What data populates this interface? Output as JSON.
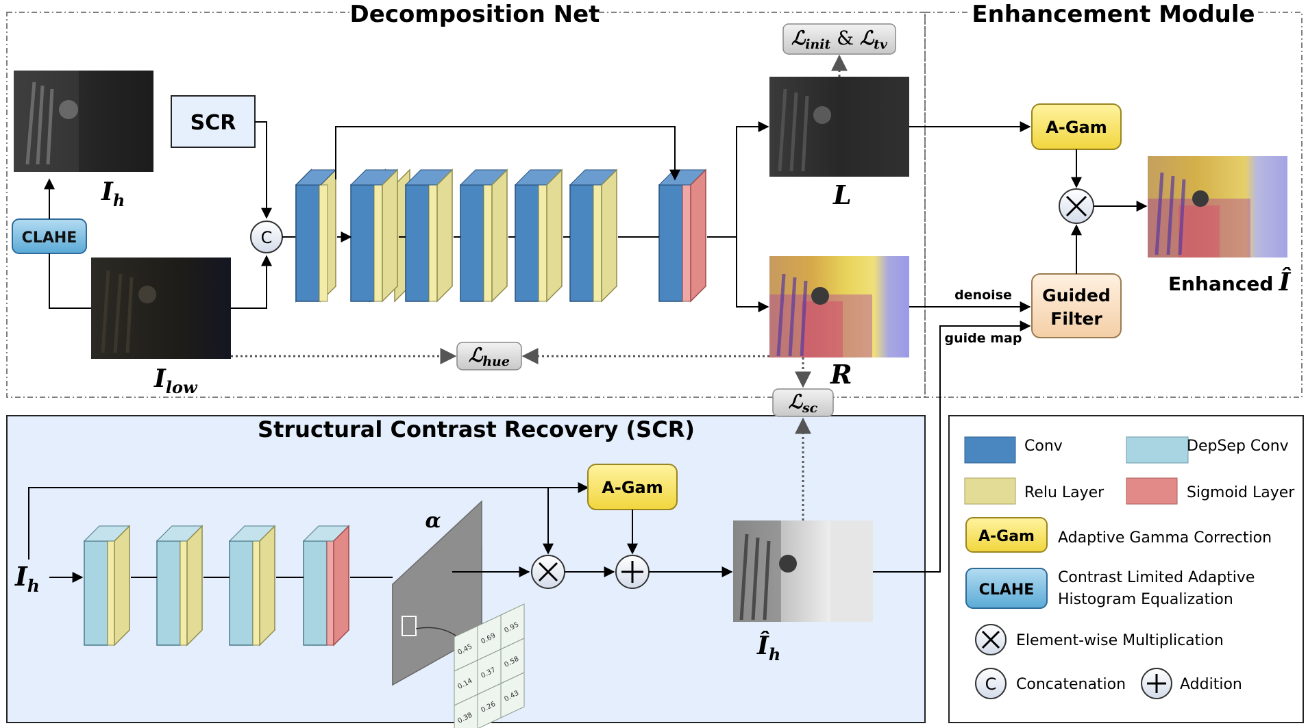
{
  "titles": {
    "decomposition": "Decomposition Net",
    "enhancement": "Enhancement Module",
    "scr": "Structural Contrast Recovery (SCR)"
  },
  "blocks": {
    "scr": "SCR",
    "clahe": "CLAHE",
    "concat": "C",
    "agam_top": "A-Gam",
    "agam_scr": "A-Gam",
    "guided_filter_1": "Guided",
    "guided_filter_2": "Filter"
  },
  "labels": {
    "ih_top": "I",
    "ih_top_sub": "h",
    "ilow": "I",
    "ilow_sub": "low",
    "L": "L",
    "R": "R",
    "enhanced": "Enhanced",
    "enhanced_sym": "Î",
    "ih_scr": "I",
    "ih_scr_sub": "h",
    "ih_hat": "Î",
    "ih_hat_sub": "h",
    "alpha": "α",
    "denoise": "denoise",
    "guide_map": "guide map"
  },
  "losses": {
    "init_tv": {
      "a": "ℒ",
      "a_sub": "init",
      "amp": " & ",
      "b": "ℒ",
      "b_sub": "tv"
    },
    "hue": {
      "a": "ℒ",
      "a_sub": "hue"
    },
    "sc": {
      "a": "ℒ",
      "a_sub": "sc"
    }
  },
  "alpha_map_values": [
    "0.45",
    "0.69",
    "0.95",
    "0.14",
    "0.37",
    "0.58",
    "0.38",
    "0.26",
    "0.43"
  ],
  "legend": {
    "conv": "Conv",
    "depsep": "DepSep Conv",
    "relu": "Relu Layer",
    "sigmoid": "Sigmoid Layer",
    "agam_box": "A-Gam",
    "agam_desc": "Adaptive Gamma Correction",
    "clahe_box": "CLAHE",
    "clahe_desc_1": "Contrast Limited Adaptive",
    "clahe_desc_2": "Histogram Equalization",
    "mult_desc": "Element-wise Multiplication",
    "concat_symbol": "C",
    "concat_desc": "Concatenation",
    "add_desc": "Addition"
  },
  "colors": {
    "conv": "#4a86c0",
    "depsep": "#a9d4e2",
    "relu": "#e2dc96",
    "sigmoid": "#e28a88",
    "agam": "#f6e05a",
    "clahe": "#7dbde0",
    "guided": "#fbe0c6",
    "scr_panel": "#e4eefc",
    "loss": "#dcdcdc"
  }
}
